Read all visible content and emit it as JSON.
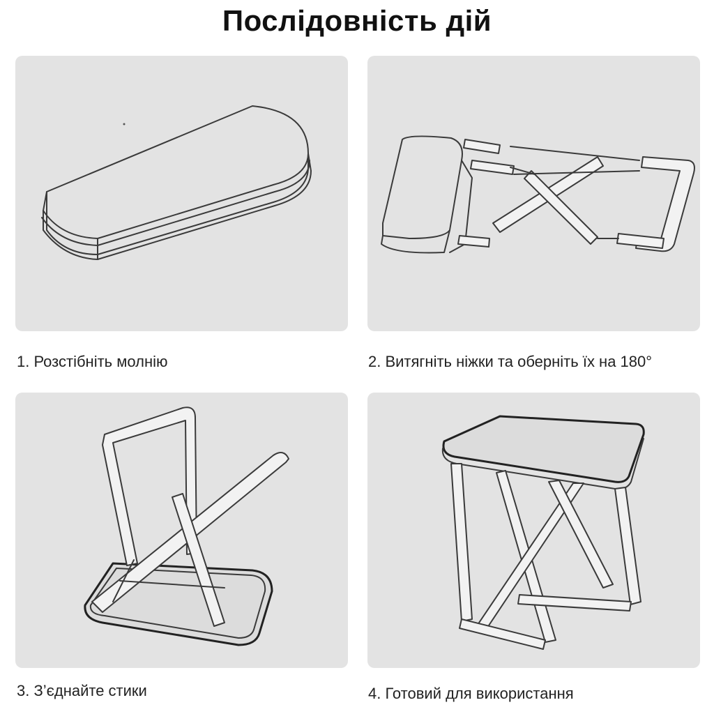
{
  "title": "Послідовність дій",
  "steps": [
    {
      "caption": "1. Розстібніть молнію",
      "illustration": "folded-case-icon"
    },
    {
      "caption": "2. Витягніть ніжки та оберніть їх на 180°",
      "illustration": "unfolding-legs-icon"
    },
    {
      "caption": "3. З’єднайте стики",
      "illustration": "connecting-frame-icon"
    },
    {
      "caption": "4. Готовий для використання",
      "illustration": "assembled-stool-icon"
    }
  ],
  "colors": {
    "panel_background": "#e3e3e3",
    "line_art": "#3a3a3a",
    "text": "#1a1a1a"
  }
}
